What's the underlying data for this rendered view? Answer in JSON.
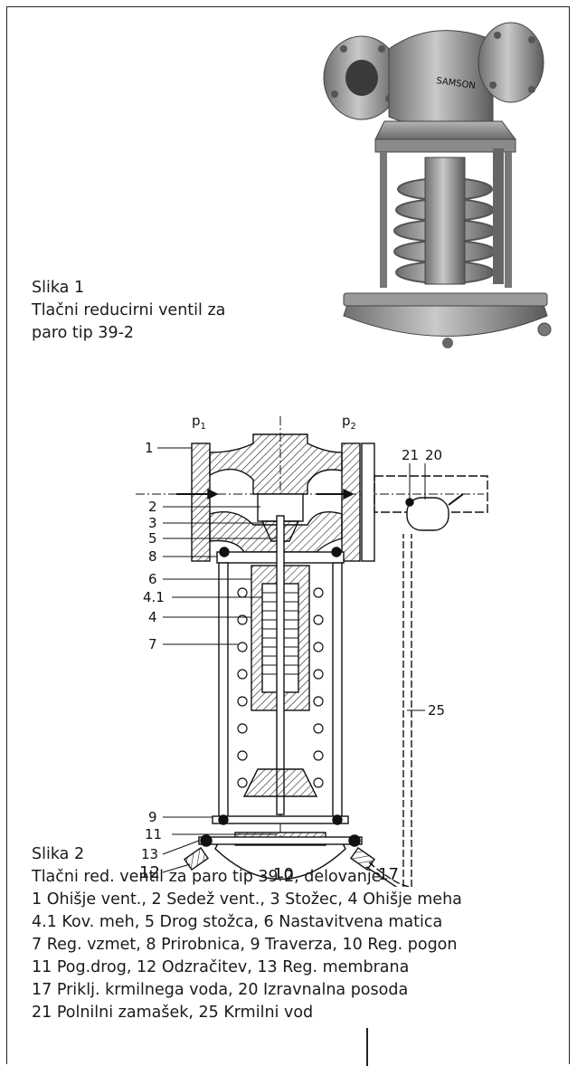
{
  "figure1": {
    "caption_lines": [
      "Slika 1",
      "Tlačni reducirni ventil za",
      "paro tip 39-2"
    ],
    "brand_mark": "SAMSON"
  },
  "figure2": {
    "pressure_labels": {
      "p1_main": "p",
      "p1_sub": "1",
      "p2_main": "p",
      "p2_sub": "2"
    },
    "callouts": {
      "c1": "1",
      "c2": "2",
      "c3": "3",
      "c5": "5",
      "c8": "8",
      "c6": "6",
      "c41": "4.1",
      "c4": "4",
      "c7": "7",
      "c9": "9",
      "c11": "11",
      "c13": "13",
      "c12": "12",
      "c10": "10",
      "c17": "17",
      "c21": "21",
      "c20": "20",
      "c25": "25"
    },
    "caption_lines": [
      "Slika 2",
      "Tlačni red. ventil za paro tip 39-2, delovanje",
      "1 Ohišje vent., 2 Sedež vent., 3 Stožec, 4 Ohišje meha",
      "4.1 Kov. meh, 5 Drog stožca, 6 Nastavitvena matica",
      "7 Reg. vzmet, 8 Prirobnica, 9 Traverza, 10 Reg. pogon",
      "11 Pog.drog, 12 Odzračitev, 13 Reg. membrana",
      "17 Priklj. krmilnega voda, 20 Izravnalna posoda",
      "21 Polnilni zamašek, 25 Krmilni vod"
    ]
  }
}
